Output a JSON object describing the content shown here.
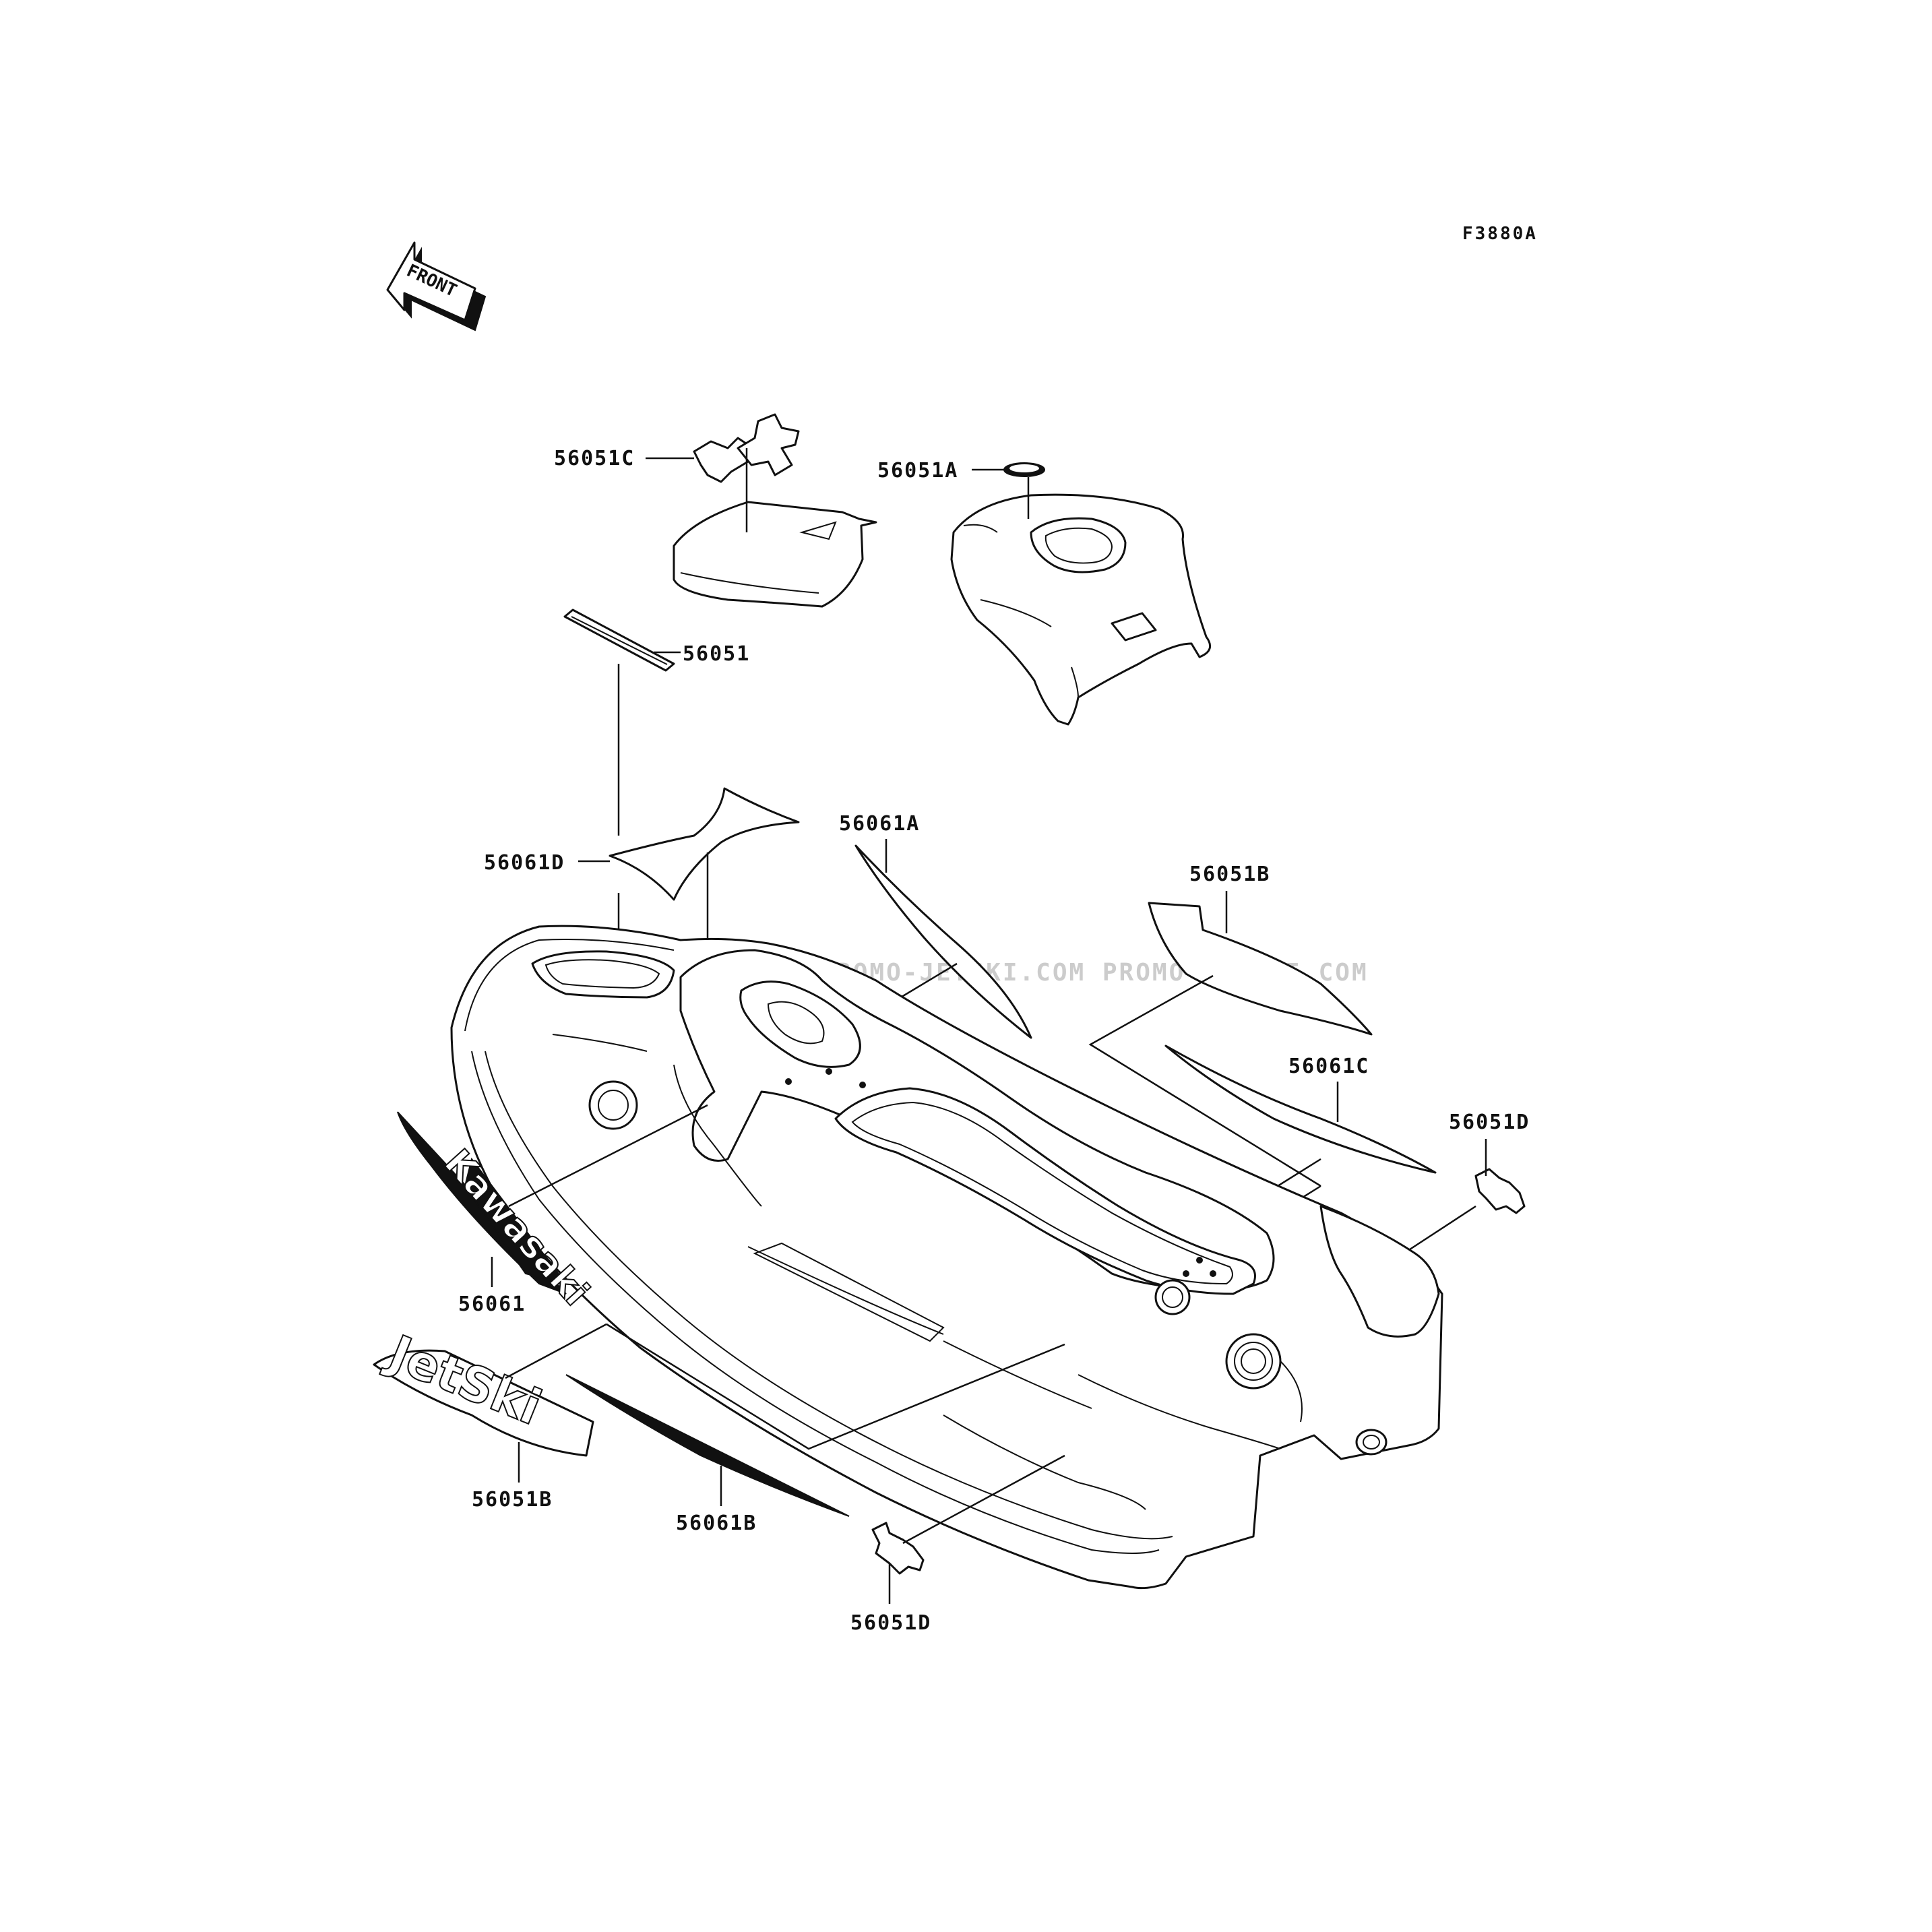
{
  "diagram_code": "F3880A",
  "front_arrow": {
    "text": "FRONT"
  },
  "watermark": "JETSKI.COM   PROMO-JETSKI.COM   PROMO-JETSKI.COM",
  "decal_text": {
    "kawasaki": "Kawasaki",
    "jetski": "JetSki"
  },
  "labels": [
    {
      "id": "56051C",
      "text": "56051C"
    },
    {
      "id": "56051A",
      "text": "56051A"
    },
    {
      "id": "56051",
      "text": "56051"
    },
    {
      "id": "56061D",
      "text": "56061D"
    },
    {
      "id": "56061A",
      "text": "56061A"
    },
    {
      "id": "56051B_top",
      "text": "56051B"
    },
    {
      "id": "56061C",
      "text": "56061C"
    },
    {
      "id": "56051D_right",
      "text": "56051D"
    },
    {
      "id": "56061",
      "text": "56061"
    },
    {
      "id": "56051B_bottom",
      "text": "56051B"
    },
    {
      "id": "56061B",
      "text": "56061B"
    },
    {
      "id": "56051D_bottom",
      "text": "56051D"
    }
  ]
}
